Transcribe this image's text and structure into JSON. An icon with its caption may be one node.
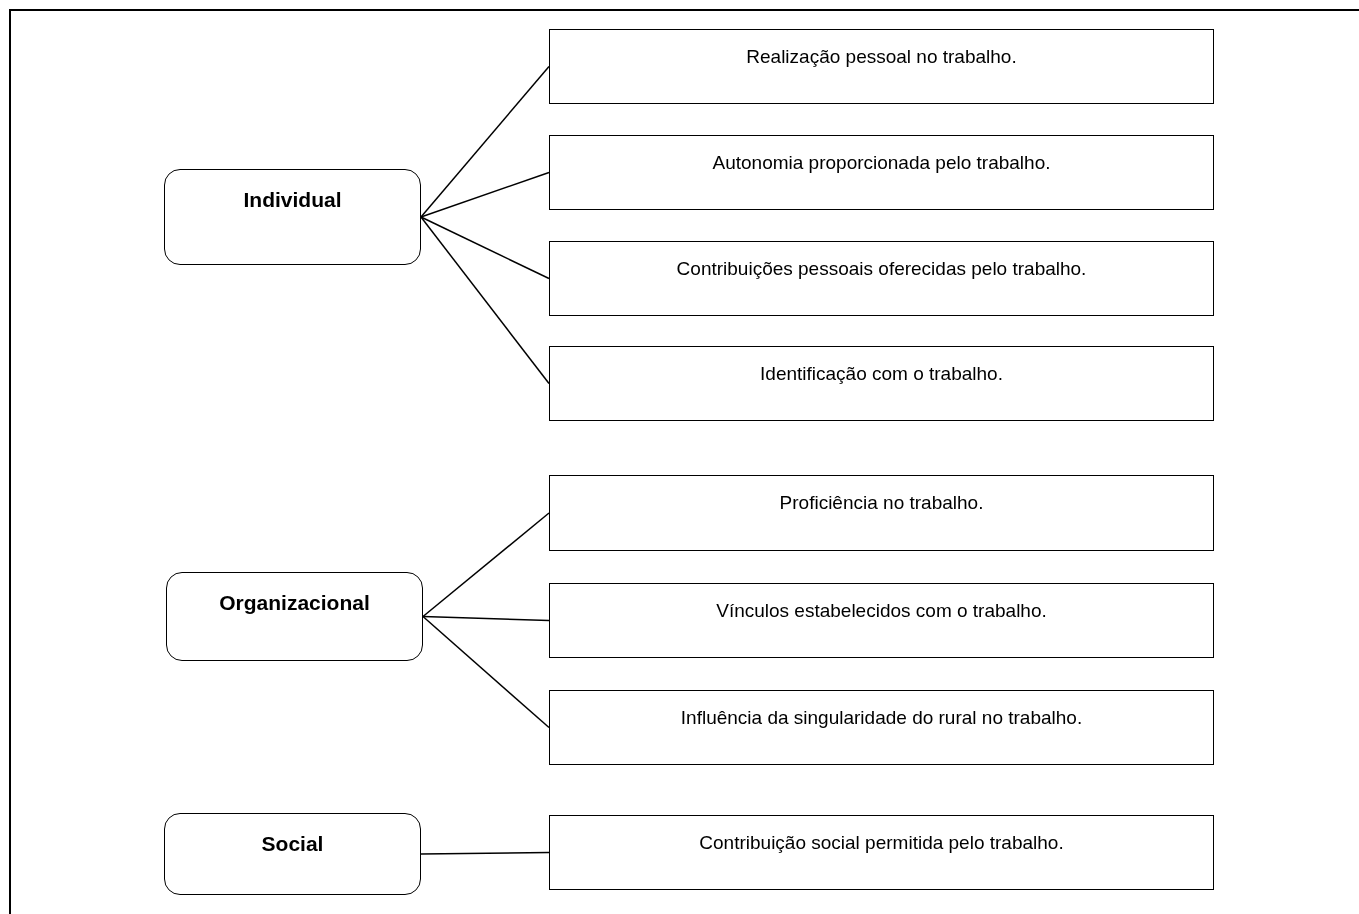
{
  "diagram": {
    "nodes": [
      {
        "text": [
          "Individual"
        ]
      },
      {
        "text": [
          "Realização pessoal no trabalho."
        ]
      },
      {
        "text": [
          "Autonomia proporcionada pelo trabalho."
        ]
      },
      {
        "text": [
          "Contribuições pessoais oferecidas pelo trabalho."
        ]
      },
      {
        "text": [
          "Identificação com o trabalho."
        ]
      },
      {
        "text": [
          "Organizacional"
        ]
      },
      {
        "text": [
          "Proficiência no trabalho."
        ]
      },
      {
        "text": [
          "Vínculos estabelecidos com o trabalho."
        ]
      },
      {
        "text": [
          "Influência da singularidade do rural no trabalho."
        ]
      },
      {
        "text": [
          "Social"
        ]
      },
      {
        "text": [
          "Contribuição social permitida pelo trabalho."
        ]
      }
    ],
    "edges": [
      {
        "from": 0,
        "to": 1,
        "arrow": "none"
      },
      {
        "from": 0,
        "to": 2,
        "arrow": "none"
      },
      {
        "from": 0,
        "to": 3,
        "arrow": "none"
      },
      {
        "from": 0,
        "to": 4,
        "arrow": "none"
      },
      {
        "from": 5,
        "to": 6,
        "arrow": "none"
      },
      {
        "from": 5,
        "to": 7,
        "arrow": "none"
      },
      {
        "from": 5,
        "to": 8,
        "arrow": "none"
      },
      {
        "from": 9,
        "to": 10,
        "arrow": "none"
      }
    ]
  }
}
